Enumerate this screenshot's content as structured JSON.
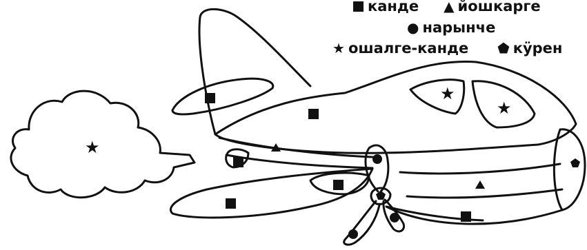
{
  "legend": {
    "rows": [
      [
        {
          "shape": "square-icon",
          "label": "канде"
        },
        {
          "shape": "triangle-icon",
          "label": "йошкарге"
        }
      ],
      [
        {
          "shape": "circle-icon",
          "label": "нарынче"
        }
      ],
      [
        {
          "shape": "star-icon",
          "label": "ошалге-канде"
        },
        {
          "shape": "pentagon-icon",
          "label": "кӱрен"
        }
      ]
    ]
  },
  "regions": {
    "cloud": "star-icon",
    "tail_fin": "square-icon",
    "fuselage": "square-icon",
    "cockpit_window_left": "star-icon",
    "cockpit_window_right": "star-icon",
    "fuselage_stripe": "triangle-icon",
    "nose_cone": "pentagon-icon",
    "lower_stripe": "triangle-icon",
    "belly": "square-icon",
    "left_wing": "square-icon",
    "wing_root": "square-icon",
    "small_wing_patch": "square-icon",
    "propeller_blades": "circle-icon",
    "propeller_hub": "pentagon-icon"
  },
  "colors": {
    "ink": "#111111",
    "paper": "#ffffff"
  }
}
